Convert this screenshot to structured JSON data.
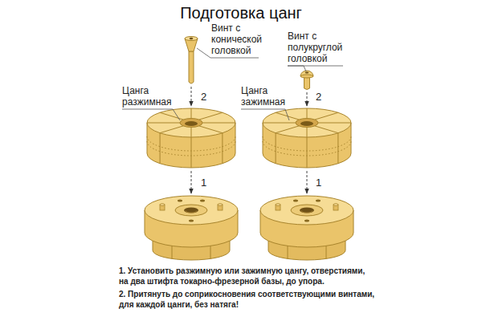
{
  "diagram": {
    "title": "Подготовка цанг",
    "labels": [
      "Винт с конической головкой",
      "Винт с полукруглой головкой",
      "Цанга разжимная",
      "2",
      "Цанга зажимная",
      "2",
      "1",
      "1",
      "1. Установить разжимную или зажимную цангу, отверстиями, на два штифта токарно-фрезерной базы, до упора.",
      "2. Притянуть до соприкосновения соответствующими винтами, для каждой цанги, без натяга!"
    ]
  }
}
